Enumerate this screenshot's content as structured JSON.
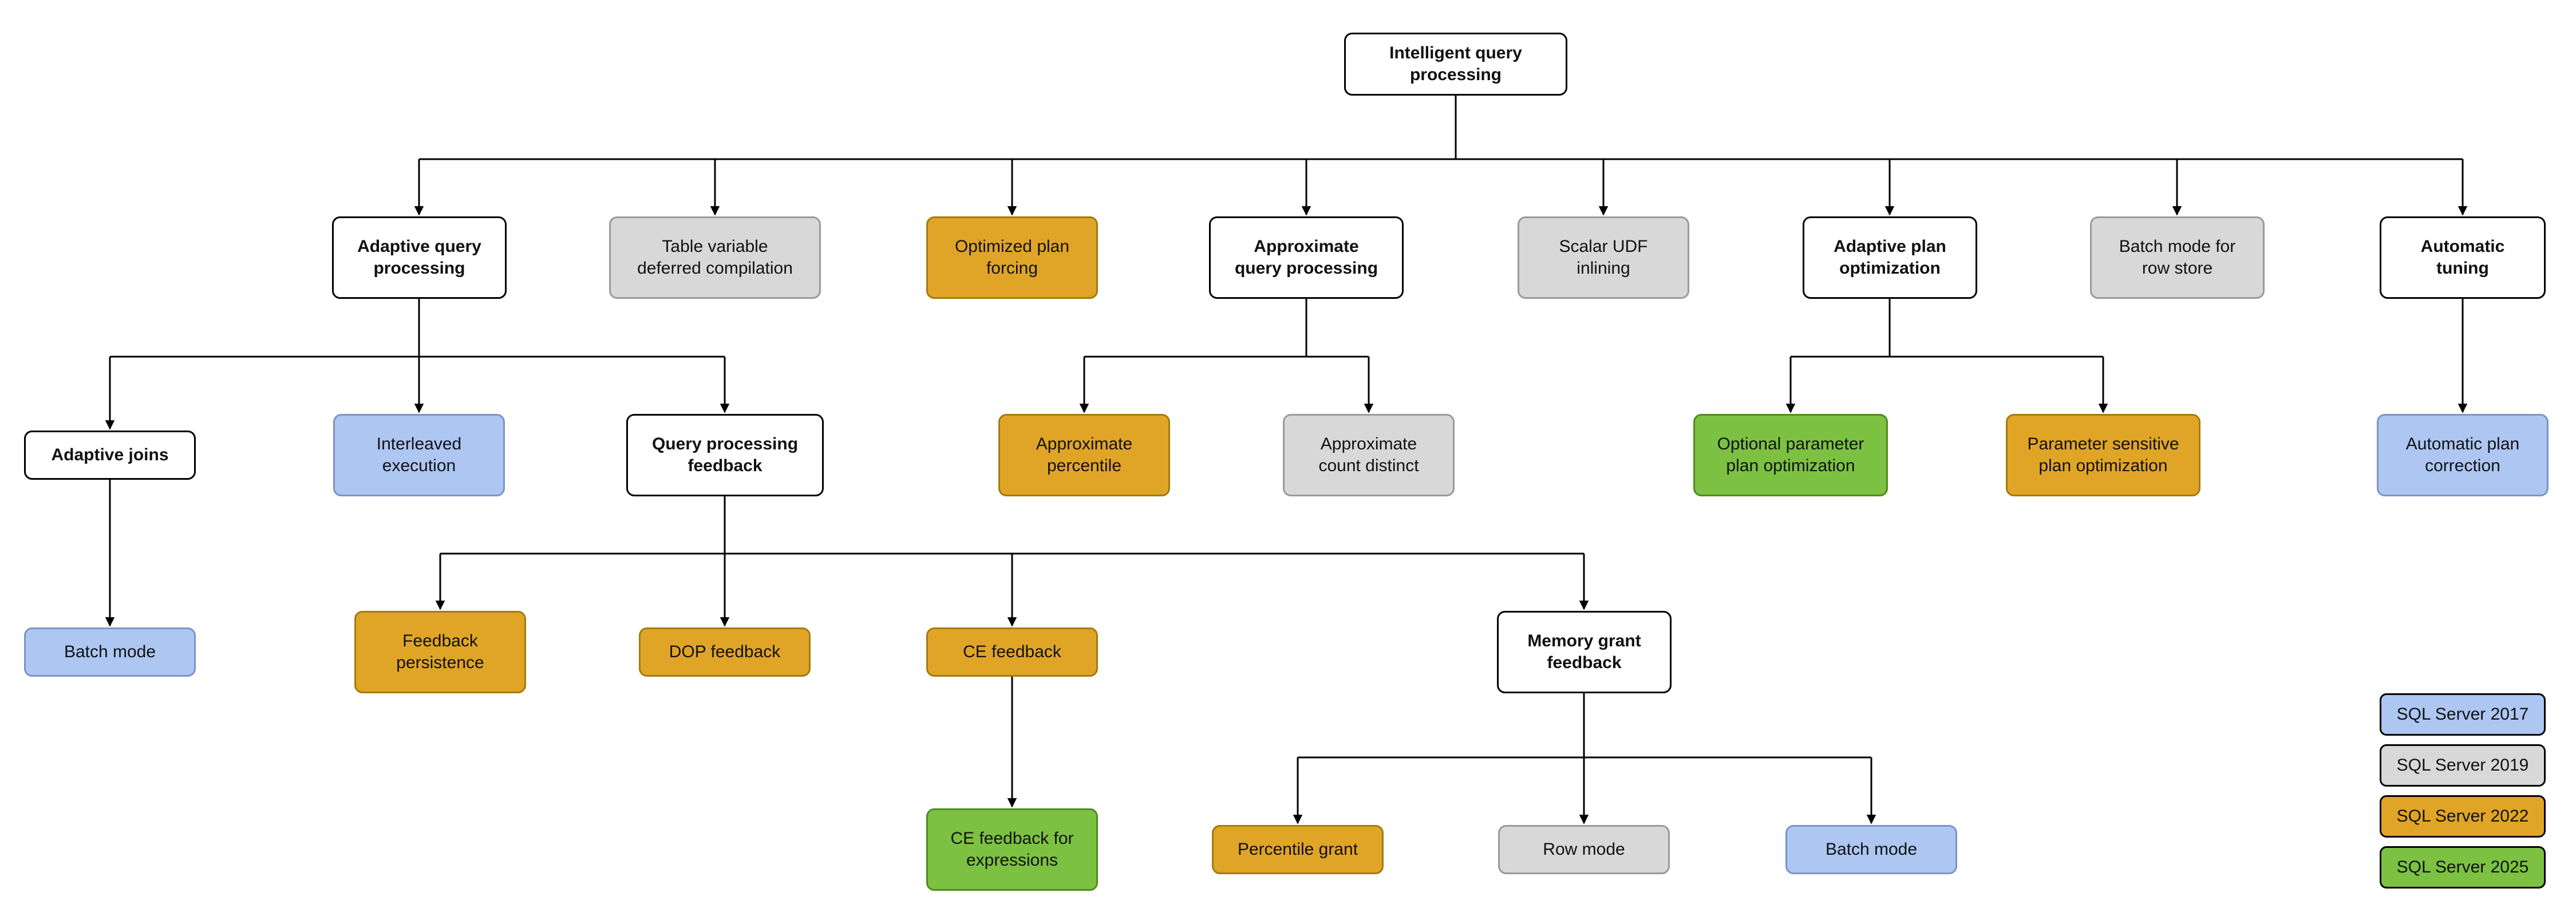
{
  "diagram": {
    "nodes": {
      "root": {
        "label": "Intelligent query\nprocessing",
        "version": "base"
      },
      "adaptive_query_processing": {
        "label": "Adaptive query\nprocessing",
        "version": "base"
      },
      "table_variable_deferred_compilation": {
        "label": "Table variable\ndeferred compilation",
        "version": "2019"
      },
      "optimized_plan_forcing": {
        "label": "Optimized plan\nforcing",
        "version": "2022"
      },
      "approximate_query_processing": {
        "label": "Approximate\nquery processing",
        "version": "base"
      },
      "scalar_udf_inlining": {
        "label": "Scalar UDF\ninlining",
        "version": "2019"
      },
      "adaptive_plan_optimization": {
        "label": "Adaptive plan\noptimization",
        "version": "base"
      },
      "batch_mode_for_row_store": {
        "label": "Batch mode for\nrow store",
        "version": "2019"
      },
      "automatic_tuning": {
        "label": "Automatic\ntuning",
        "version": "base"
      },
      "adaptive_joins": {
        "label": "Adaptive joins",
        "version": "base"
      },
      "interleaved_execution": {
        "label": "Interleaved\nexecution",
        "version": "2017"
      },
      "query_processing_feedback": {
        "label": "Query processing\nfeedback",
        "version": "base"
      },
      "approximate_percentile": {
        "label": "Approximate\npercentile",
        "version": "2022"
      },
      "approximate_count_distinct": {
        "label": "Approximate\ncount distinct",
        "version": "2019"
      },
      "optional_parameter_plan_optimization": {
        "label": "Optional parameter\nplan optimization",
        "version": "2025"
      },
      "parameter_sensitive_plan_optimization": {
        "label": "Parameter sensitive\nplan optimization",
        "version": "2022"
      },
      "automatic_plan_correction": {
        "label": "Automatic plan\ncorrection",
        "version": "2017"
      },
      "batch_mode_adaptive_joins": {
        "label": "Batch mode",
        "version": "2017"
      },
      "feedback_persistence": {
        "label": "Feedback\npersistence",
        "version": "2022"
      },
      "dop_feedback": {
        "label": "DOP feedback",
        "version": "2022"
      },
      "ce_feedback": {
        "label": "CE feedback",
        "version": "2022"
      },
      "memory_grant_feedback": {
        "label": "Memory grant\nfeedback",
        "version": "base"
      },
      "ce_feedback_for_expressions": {
        "label": "CE feedback for\nexpressions",
        "version": "2025"
      },
      "percentile_grant": {
        "label": "Percentile grant",
        "version": "2022"
      },
      "row_mode": {
        "label": "Row mode",
        "version": "2019"
      },
      "batch_mode_memory_grant": {
        "label": "Batch mode",
        "version": "2017"
      }
    },
    "edges": [
      [
        "root",
        "adaptive_query_processing"
      ],
      [
        "root",
        "table_variable_deferred_compilation"
      ],
      [
        "root",
        "optimized_plan_forcing"
      ],
      [
        "root",
        "approximate_query_processing"
      ],
      [
        "root",
        "scalar_udf_inlining"
      ],
      [
        "root",
        "adaptive_plan_optimization"
      ],
      [
        "root",
        "batch_mode_for_row_store"
      ],
      [
        "root",
        "automatic_tuning"
      ],
      [
        "adaptive_query_processing",
        "adaptive_joins"
      ],
      [
        "adaptive_query_processing",
        "interleaved_execution"
      ],
      [
        "adaptive_query_processing",
        "query_processing_feedback"
      ],
      [
        "approximate_query_processing",
        "approximate_percentile"
      ],
      [
        "approximate_query_processing",
        "approximate_count_distinct"
      ],
      [
        "adaptive_plan_optimization",
        "optional_parameter_plan_optimization"
      ],
      [
        "adaptive_plan_optimization",
        "parameter_sensitive_plan_optimization"
      ],
      [
        "automatic_tuning",
        "automatic_plan_correction"
      ],
      [
        "adaptive_joins",
        "batch_mode_adaptive_joins"
      ],
      [
        "query_processing_feedback",
        "feedback_persistence"
      ],
      [
        "query_processing_feedback",
        "dop_feedback"
      ],
      [
        "query_processing_feedback",
        "ce_feedback"
      ],
      [
        "query_processing_feedback",
        "memory_grant_feedback"
      ],
      [
        "ce_feedback",
        "ce_feedback_for_expressions"
      ],
      [
        "memory_grant_feedback",
        "percentile_grant"
      ],
      [
        "memory_grant_feedback",
        "row_mode"
      ],
      [
        "memory_grant_feedback",
        "batch_mode_memory_grant"
      ]
    ],
    "legend": [
      {
        "label": "SQL Server 2017",
        "version": "2017"
      },
      {
        "label": "SQL Server 2019",
        "version": "2019"
      },
      {
        "label": "SQL Server 2022",
        "version": "2022"
      },
      {
        "label": "SQL Server 2025",
        "version": "2025"
      }
    ],
    "colors": {
      "v2017": "#ADC6F2",
      "v2019": "#D8D8D8",
      "v2022": "#E0A526",
      "v2025": "#7CC142"
    }
  }
}
